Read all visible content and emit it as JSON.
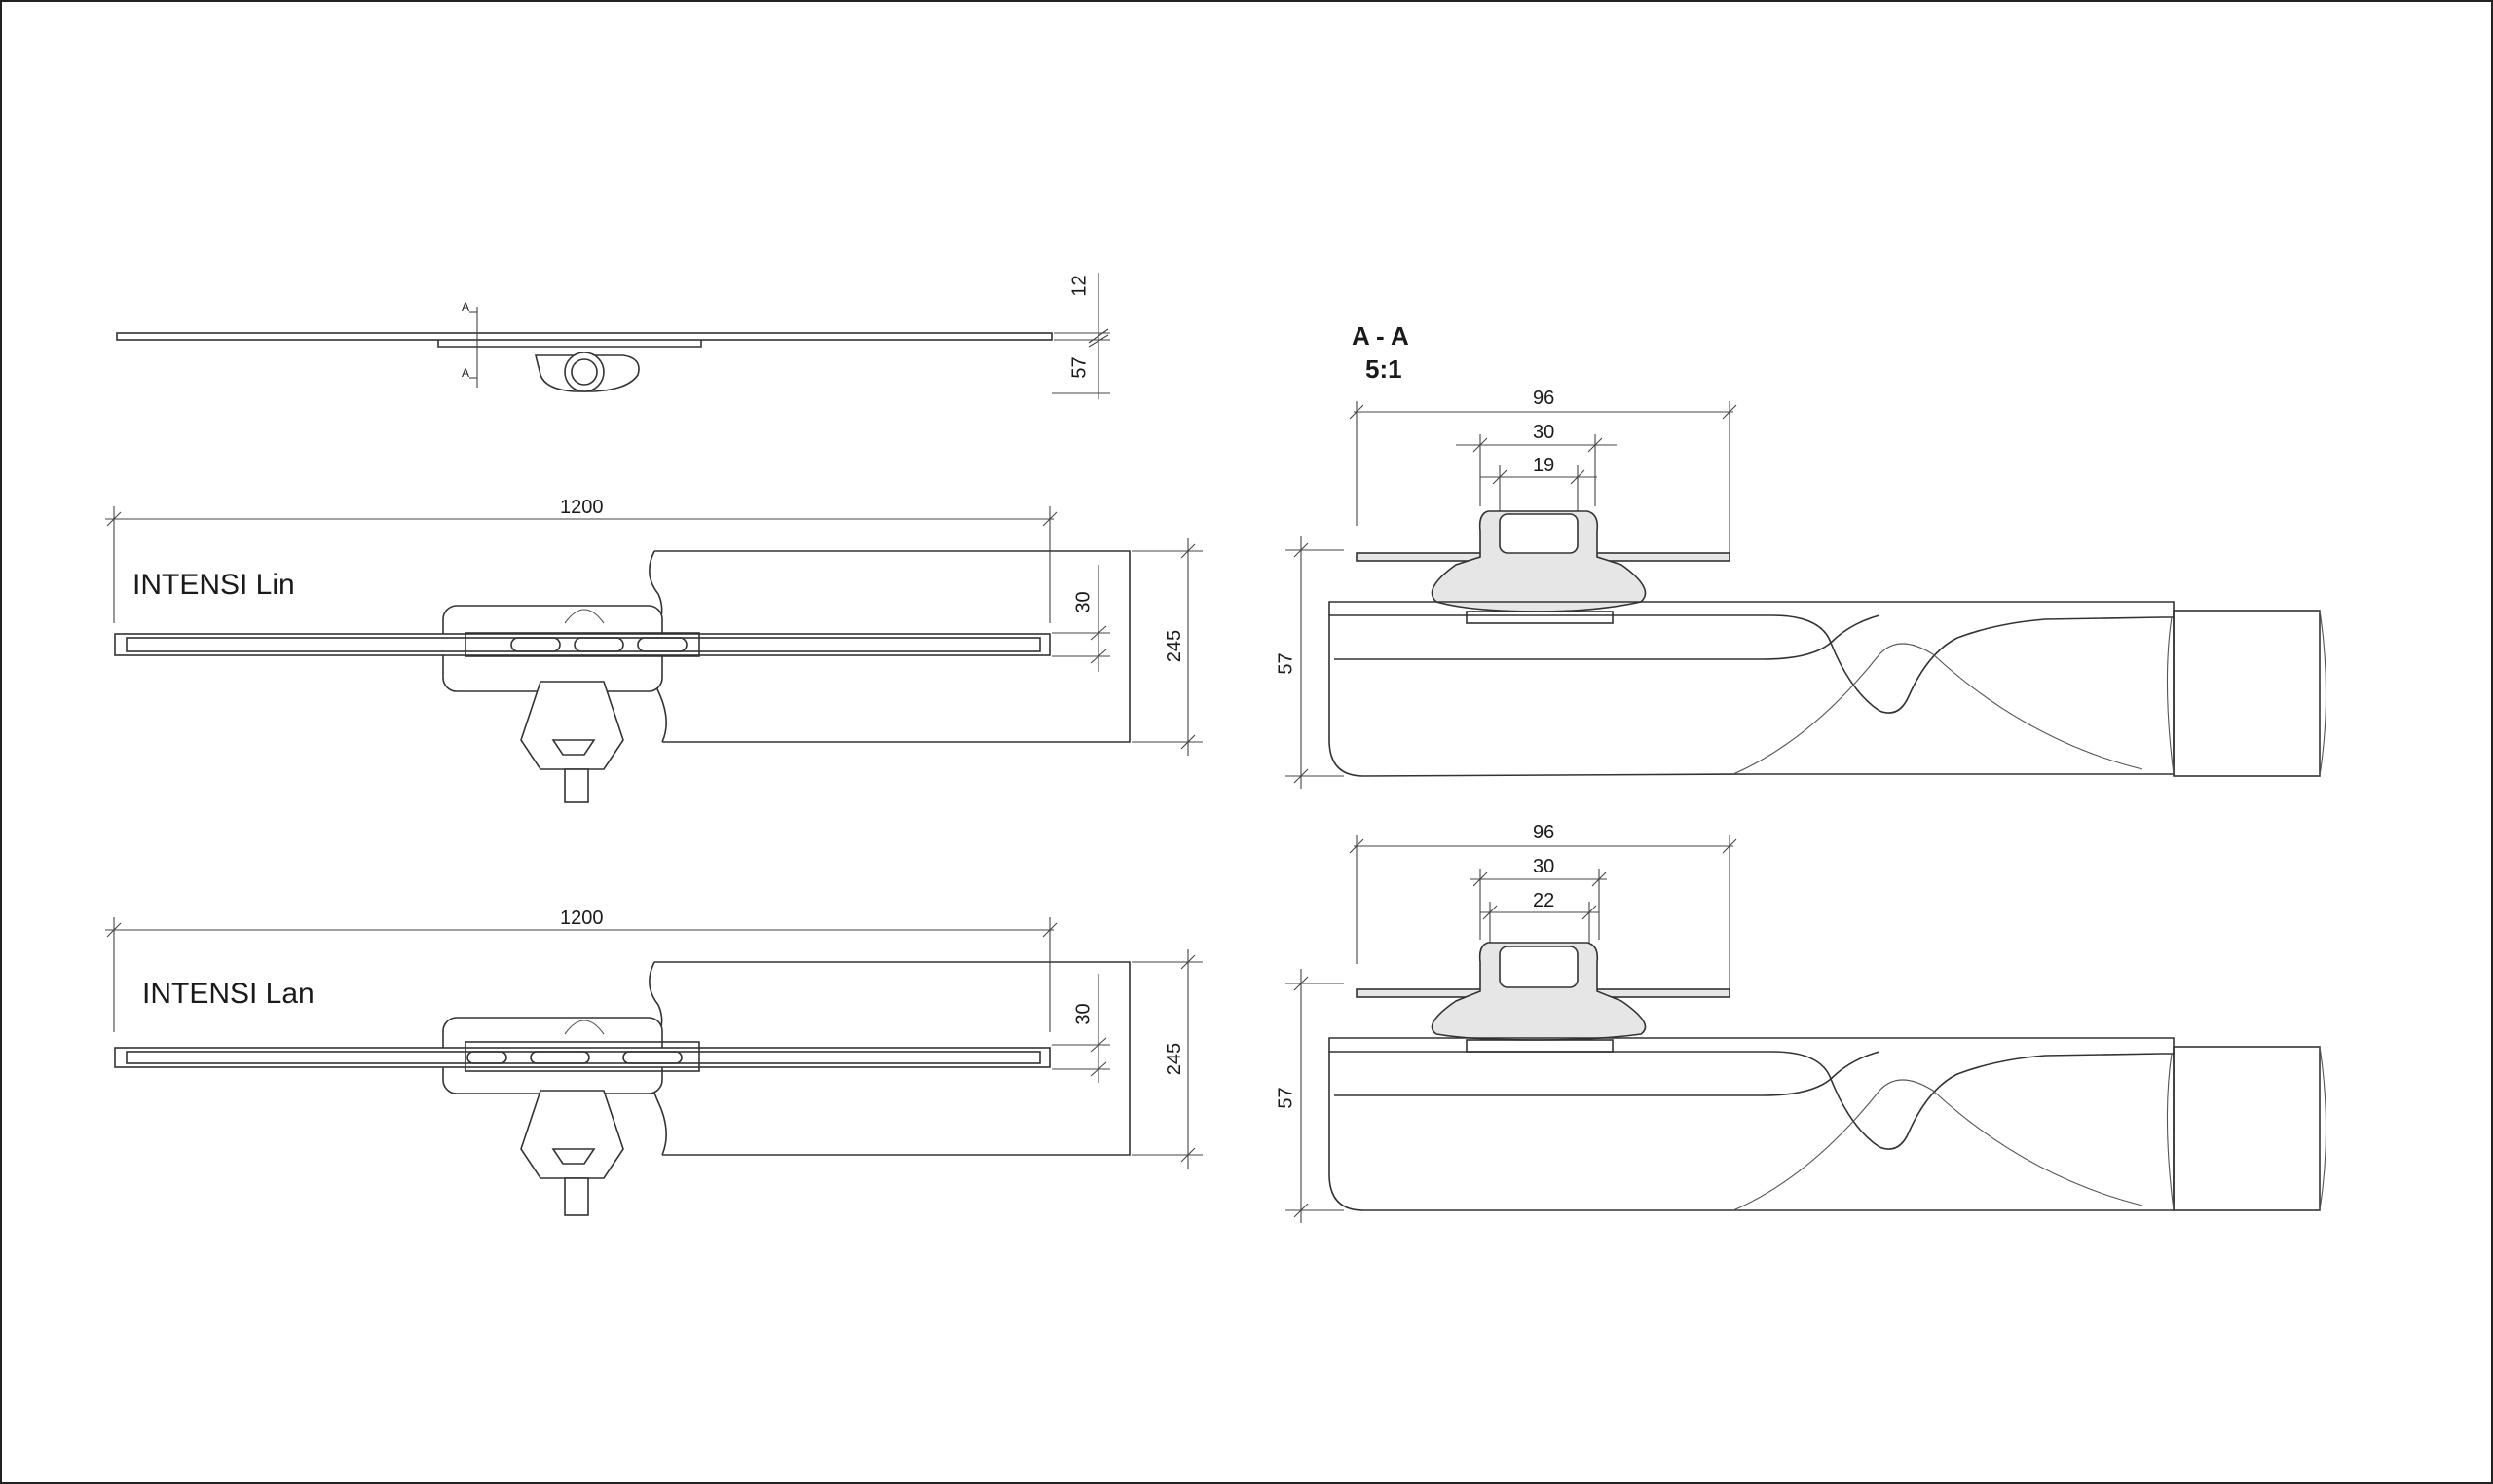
{
  "views": {
    "section_title": "A - A",
    "section_scale": "5:1",
    "section_marker": "A",
    "product_1": "INTENSI Lin",
    "product_2": "INTENSI Lan"
  },
  "dimensions": {
    "side_thickness": "12",
    "side_height": "57",
    "length_1": "1200",
    "length_2": "1200",
    "slot_width_1": "30",
    "slot_width_2": "30",
    "depth_1": "245",
    "depth_2": "245",
    "sec1_outer": "96",
    "sec1_mid": "30",
    "sec1_inner": "19",
    "sec1_height": "57",
    "sec2_outer": "96",
    "sec2_mid": "30",
    "sec2_inner": "22",
    "sec2_height": "57"
  }
}
